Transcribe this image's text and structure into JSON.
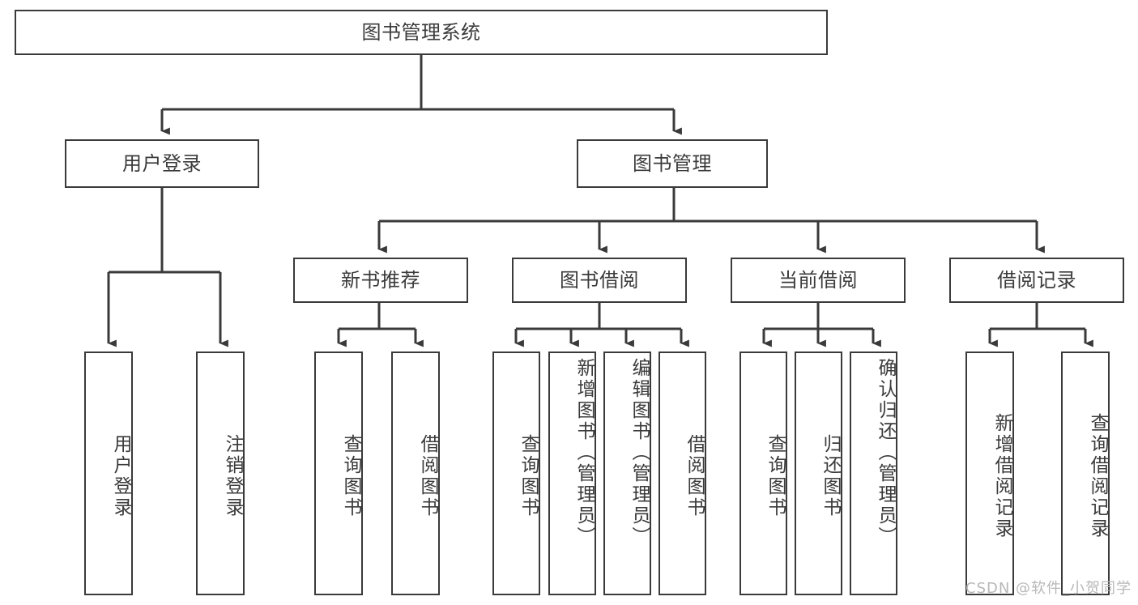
{
  "diagram": {
    "type": "tree-hierarchy-chart",
    "title": "图书管理系统",
    "line_color": "#3a3a3a",
    "text_color": "#3b3b3b",
    "background": "#ffffff"
  },
  "nodes": {
    "root": {
      "label": "图书管理系统"
    },
    "level2": [
      {
        "label": "用户登录"
      },
      {
        "label": "图书管理"
      }
    ],
    "level3": [
      {
        "label": "新书推荐"
      },
      {
        "label": "图书借阅"
      },
      {
        "label": "当前借阅"
      },
      {
        "label": "借阅记录"
      }
    ],
    "leaves_user_login": [
      {
        "label": "用户登录"
      },
      {
        "label": "注销登录"
      }
    ],
    "leaves_new_books": [
      {
        "label": "查询图书"
      },
      {
        "label": "借阅图书"
      }
    ],
    "leaves_borrow": [
      {
        "label": "查询图书"
      },
      {
        "label": "新增图书（管理员）"
      },
      {
        "label": "编辑图书（管理员）"
      },
      {
        "label": "借阅图书"
      }
    ],
    "leaves_current": [
      {
        "label": "查询图书"
      },
      {
        "label": "归还图书"
      },
      {
        "label": "确认归还（管理员）"
      }
    ],
    "leaves_records": [
      {
        "label": "新增借阅记录"
      },
      {
        "label": "查询借阅记录"
      }
    ]
  },
  "watermark": {
    "text": "CSDN @软件_小贺同学"
  }
}
